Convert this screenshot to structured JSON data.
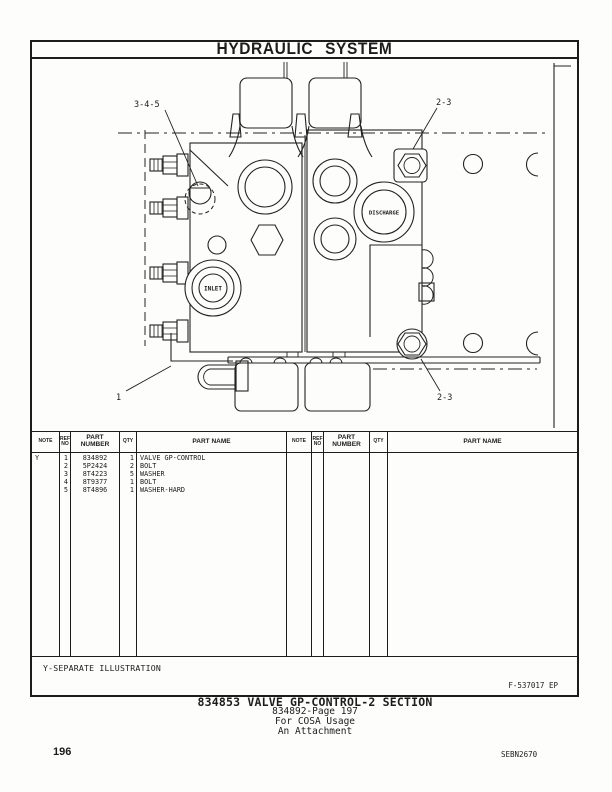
{
  "page": {
    "title": "HYDRAULIC SYSTEM",
    "footnote": "Y-SEPARATE ILLUSTRATION",
    "figure_ref": "F-537017 EP",
    "caption": {
      "line1": "834853 VALVE GP-CONTROL-2 SECTION",
      "line2": "834892-Page 197",
      "line3": "For COSA Usage",
      "line4": "An Attachment"
    },
    "page_number": "196",
    "doc_code": "SEBN2670"
  },
  "diagram": {
    "callouts": {
      "c345": "3-4-5",
      "c23_top": "2-3",
      "c23_bottom": "2-3",
      "c1": "1"
    },
    "ports": {
      "inlet": "INLET",
      "discharge": "DISCHARGE"
    }
  },
  "table": {
    "headers": {
      "note": "NOTE",
      "ref1": "REF",
      "ref2": "NO",
      "part1": "PART",
      "part2": "NUMBER",
      "qty": "QTY",
      "name": "PART NAME"
    },
    "rows": [
      {
        "note": "Y",
        "ref": "1",
        "part": "834892",
        "qty": "1",
        "name": "VALVE GP-CONTROL"
      },
      {
        "note": "",
        "ref": "2",
        "part": "5P2424",
        "qty": "2",
        "name": "BOLT"
      },
      {
        "note": "",
        "ref": "3",
        "part": "8T4223",
        "qty": "5",
        "name": "WASHER"
      },
      {
        "note": "",
        "ref": "4",
        "part": "8T9377",
        "qty": "1",
        "name": "BOLT"
      },
      {
        "note": "",
        "ref": "5",
        "part": "8T4896",
        "qty": "1",
        "name": "WASHER-HARD"
      }
    ]
  }
}
